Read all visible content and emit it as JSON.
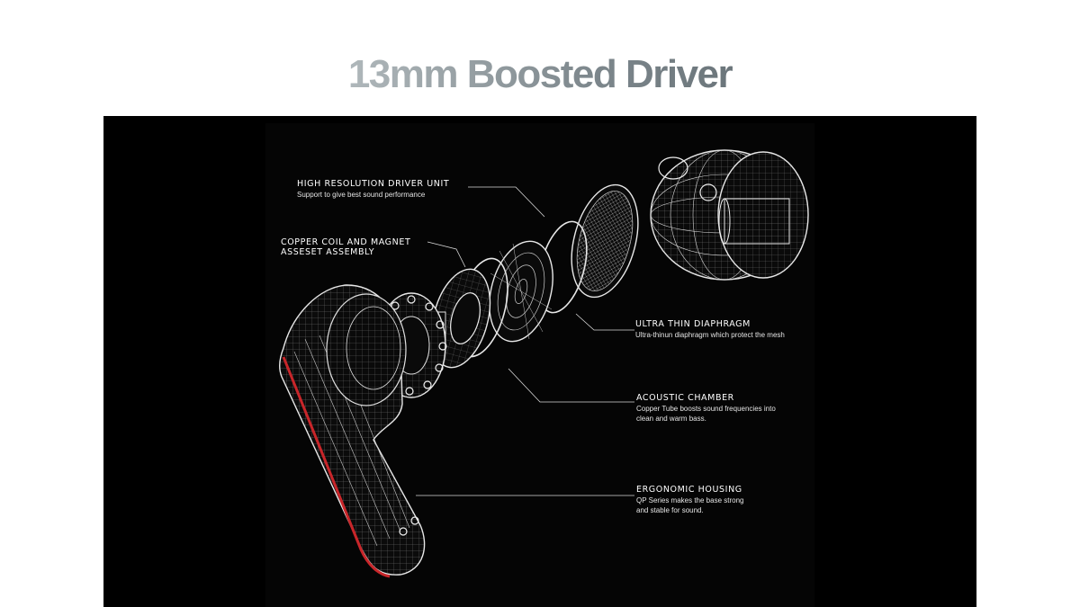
{
  "title": "13mm Boosted Driver",
  "labels": {
    "driver_unit": {
      "heading": "HIGH RESOLUTION DRIVER UNIT",
      "description": "Support to give best sound performance"
    },
    "copper_coil": {
      "heading": "COPPER COIL AND MAGNET\nASSESET ASSEMBLY"
    },
    "diaphragm": {
      "heading": "ULTRA THIN DIAPHRAGM",
      "description": "Ultra-thinun diaphragm which protect the mesh"
    },
    "acoustic_chamber": {
      "heading": "ACOUSTIC CHAMBER",
      "description": "Copper Tube boosts sound frequencies into\nclean and warm bass."
    },
    "housing": {
      "heading": "ERGONOMIC HOUSING",
      "description": "QP Series makes the base strong\nand stable for sound."
    }
  },
  "colors": {
    "background": "#000000",
    "wireframe": "#e8e8e8",
    "accent": "#c8262a"
  }
}
